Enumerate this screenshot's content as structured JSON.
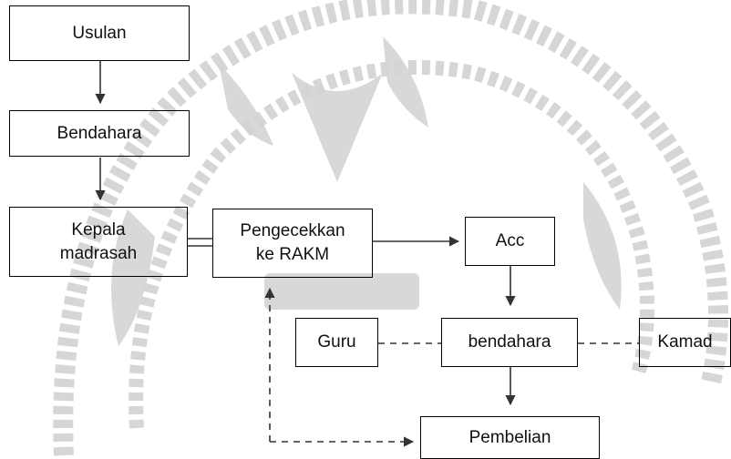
{
  "nodes": {
    "usulan": "Usulan",
    "bendahara1": "Bendahara",
    "kepala": "Kepala\nmadrasah",
    "pengecekan": "Pengecekkan\nke RAKM",
    "acc": "Acc",
    "guru": "Guru",
    "bendahara2": "bendahara",
    "kamad": "Kamad",
    "pembelian": "Pembelian"
  },
  "colors": {
    "line": "#333333",
    "watermark": "#c8c8c8"
  },
  "icons": {
    "watermark": "institution-seal-watermark"
  }
}
